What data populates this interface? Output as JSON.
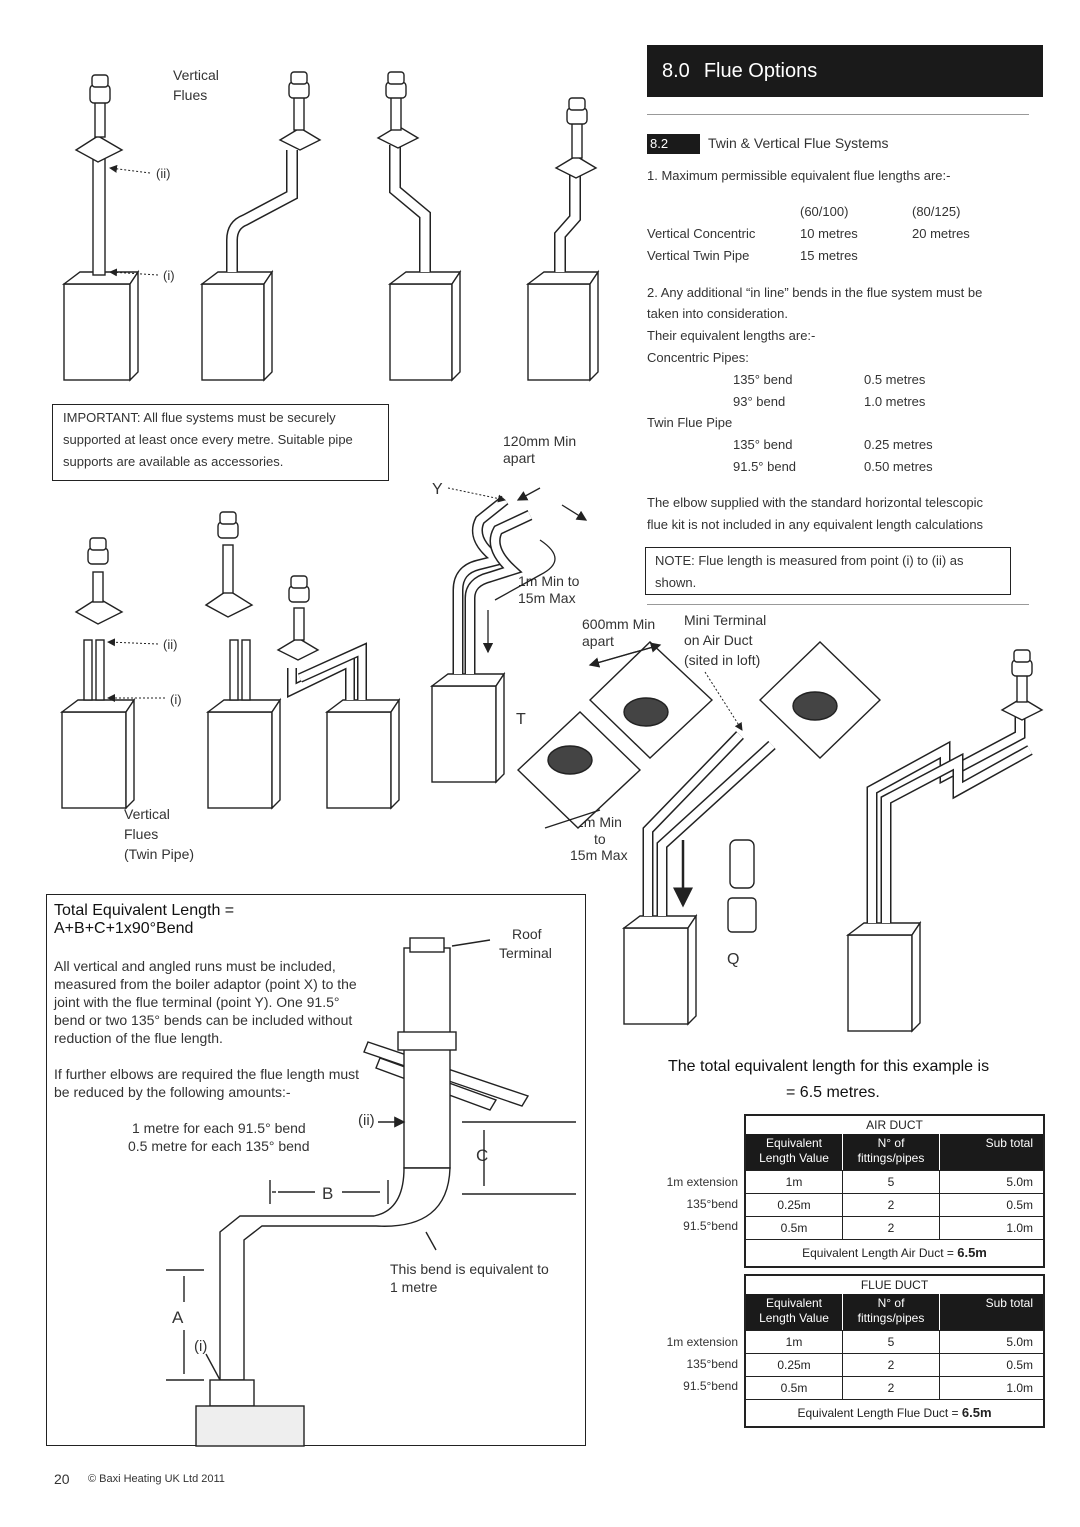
{
  "section": {
    "number": "8.0",
    "title": "Flue Options"
  },
  "subsection": {
    "number": "8.2",
    "title": "Twin & Vertical Flue Systems"
  },
  "intro": "1. Maximum permissible equivalent flue lengths are:-",
  "lengths_table": {
    "col1": "(60/100)",
    "col2": "(80/125)",
    "rows": [
      {
        "label": "Vertical Concentric",
        "v1": "10 metres",
        "v2": "20 metres"
      },
      {
        "label": "Vertical Twin Pipe",
        "v1": "15 metres",
        "v2": ""
      }
    ]
  },
  "note2_line1": "2. Any additional “in line” bends in the flue system must be",
  "note2_line2": "taken into consideration.",
  "note2_line3": "Their equivalent lengths are:-",
  "concentric": {
    "heading": "Concentric Pipes:",
    "rows": [
      {
        "bend": "135° bend",
        "value": "0.5 metres"
      },
      {
        "bend": "93° bend",
        "value": "1.0 metres"
      }
    ]
  },
  "twin": {
    "heading": "Twin Flue Pipe",
    "rows": [
      {
        "bend": "135° bend",
        "value": "0.25 metres"
      },
      {
        "bend": "91.5° bend",
        "value": "0.50 metres"
      }
    ]
  },
  "elbow_line1": "The elbow supplied with the standard horizontal telescopic",
  "elbow_line2": "flue kit is not included in any equivalent length calculations",
  "note_box": {
    "bold": "NOTE:",
    "line1": " Flue length is measured from point (i) to (ii) as",
    "line2": "shown."
  },
  "important_box": {
    "bold": "IMPORTANT:",
    "line1": " All flue systems must be securely",
    "line2": "supported at least once every metre. Suitable pipe",
    "line3": "supports are available as accessories."
  },
  "diagram_labels": {
    "vertical_flues_1": "Vertical",
    "vertical_flues_2": "Flues",
    "marker_ii": "(ii)",
    "marker_i": "(i)",
    "twin_1": "Vertical",
    "twin_2": "Flues",
    "twin_3": "(Twin Pipe)",
    "min120_1": "120mm Min",
    "min120_2": "apart",
    "point_y": "Y",
    "point_t": "T",
    "point_q": "Q",
    "min1_a": "1m Min to",
    "min1_b": "15m Max",
    "min600_1": "600mm Min",
    "min600_2": "apart",
    "mini_1": "Mini Terminal",
    "mini_2": "on Air Duct",
    "mini_3": "(sited in loft)",
    "min1b_a": "1m Min",
    "min1b_b": "to",
    "min1b_c": "15m Max"
  },
  "total_box": {
    "title1": "Total Equivalent Length =",
    "title2": "A+B+C+1x90°Bend",
    "p1": "All vertical and angled runs must be included,",
    "p2": "measured from the boiler adaptor (point X) to the",
    "p3": "joint with the flue terminal (point Y). One 91.5°",
    "p4": "bend or two 135° bends can be included without",
    "p5": "reduction of the flue length.",
    "q1": "If further elbows are required the flue length must",
    "q2": "be reduced by the following amounts:-",
    "r1": "1 metre for each 91.5° bend",
    "r2": "0.5 metre for each 135° bend",
    "roof1": "Roof",
    "roof2": "Terminal",
    "lbl_ii": "(ii)",
    "lbl_c": "C",
    "lbl_b": "B",
    "lbl_a": "A",
    "lbl_i": "(i)",
    "bend1": "This bend is equivalent to",
    "bend2": "1 metre"
  },
  "example_line1": "The total equivalent length for this example is",
  "example_line2": "= 6.5 metres.",
  "air_duct": {
    "caption": "AIR DUCT",
    "h1a": "Equivalent",
    "h1b": "Length Value",
    "h2a": "N° of",
    "h2b": "fittings/pipes",
    "h3": "Sub total",
    "rows": [
      {
        "label": "1m extension",
        "value": "1m",
        "count": "5",
        "subtotal": "5.0m"
      },
      {
        "label": "135°bend",
        "value": "0.25m",
        "count": "2",
        "subtotal": "0.5m"
      },
      {
        "label": "91.5°bend",
        "value": "0.5m",
        "count": "2",
        "subtotal": "1.0m"
      }
    ],
    "total_label": "Equivalent Length Air Duct =",
    "total_value": "6.5m"
  },
  "flue_duct": {
    "caption": "FLUE DUCT",
    "h1a": "Equivalent",
    "h1b": "Length Value",
    "h2a": "N° of",
    "h2b": "fittings/pipes",
    "h3": "Sub total",
    "rows": [
      {
        "label": "1m extension",
        "value": "1m",
        "count": "5",
        "subtotal": "5.0m"
      },
      {
        "label": "135°bend",
        "value": "0.25m",
        "count": "2",
        "subtotal": "0.5m"
      },
      {
        "label": "91.5°bend",
        "value": "0.5m",
        "count": "2",
        "subtotal": "1.0m"
      }
    ],
    "total_label": "Equivalent Length Flue Duct =",
    "total_value": "6.5m"
  },
  "footer": {
    "page": "20",
    "copyright": "© Baxi Heating UK Ltd 2011"
  }
}
